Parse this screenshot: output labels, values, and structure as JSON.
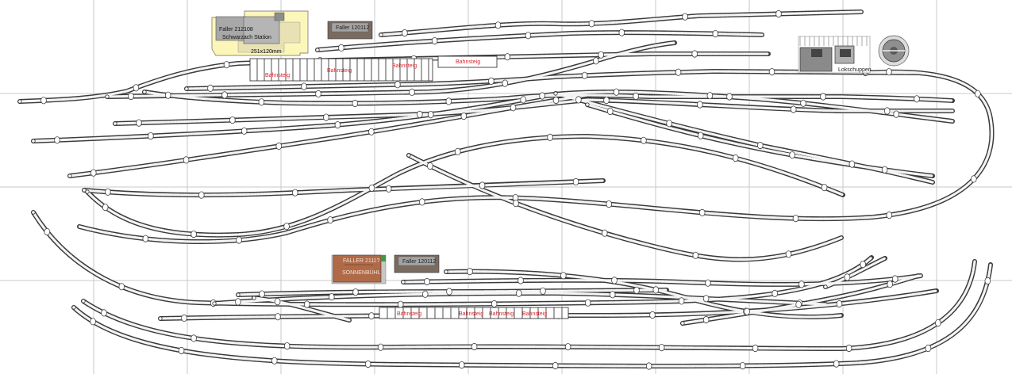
{
  "buildings": {
    "station_top": {
      "line1": "Faller 212108",
      "line2": "Schwarzach Station",
      "size": "251x120mm",
      "colors": {
        "footprint": "#fdf6b9",
        "roof": "#a8a8a8",
        "roof_dark": "#8d8d8d",
        "yard": "#c9c9c9"
      }
    },
    "shed_top": {
      "label": "Faller 120112",
      "colors": {
        "body": "#7a6b61",
        "roof": "#9a9a9a"
      }
    },
    "shed_bottom": {
      "label": "Faller 120112",
      "colors": {
        "body": "#7a6b61",
        "roof": "#9a9a9a"
      }
    },
    "station_bottom": {
      "line1": "FALLER 2111?",
      "line2": "SONNENBÜHL",
      "colors": {
        "body": "#b06a48",
        "roof": "#8e4f33",
        "accent": "#3c9a43"
      }
    },
    "engine_shed": {
      "label": "Lokschuppen",
      "colors": {
        "body": "#a8a8a8",
        "grid": "#555555"
      }
    },
    "turntable": {
      "colors": {
        "deck": "#5a5a5a",
        "pit": "#9a9a9a"
      }
    }
  },
  "platforms": {
    "top": [
      {
        "label": "Bahnsteig"
      },
      {
        "label": "Bahnsteig"
      },
      {
        "label": "Bahnsteig"
      },
      {
        "label": "Bahnsteig"
      }
    ],
    "bottom": [
      {
        "label": "Bahnsteig"
      },
      {
        "label": "Bahnsteig"
      },
      {
        "label": "Bahnsteig"
      },
      {
        "label": "Bahnsteig"
      }
    ]
  },
  "legend": {
    "platform_color": "#d8262f",
    "track_color": "#3a3a3a",
    "grid_color": "#c8c8c8"
  }
}
